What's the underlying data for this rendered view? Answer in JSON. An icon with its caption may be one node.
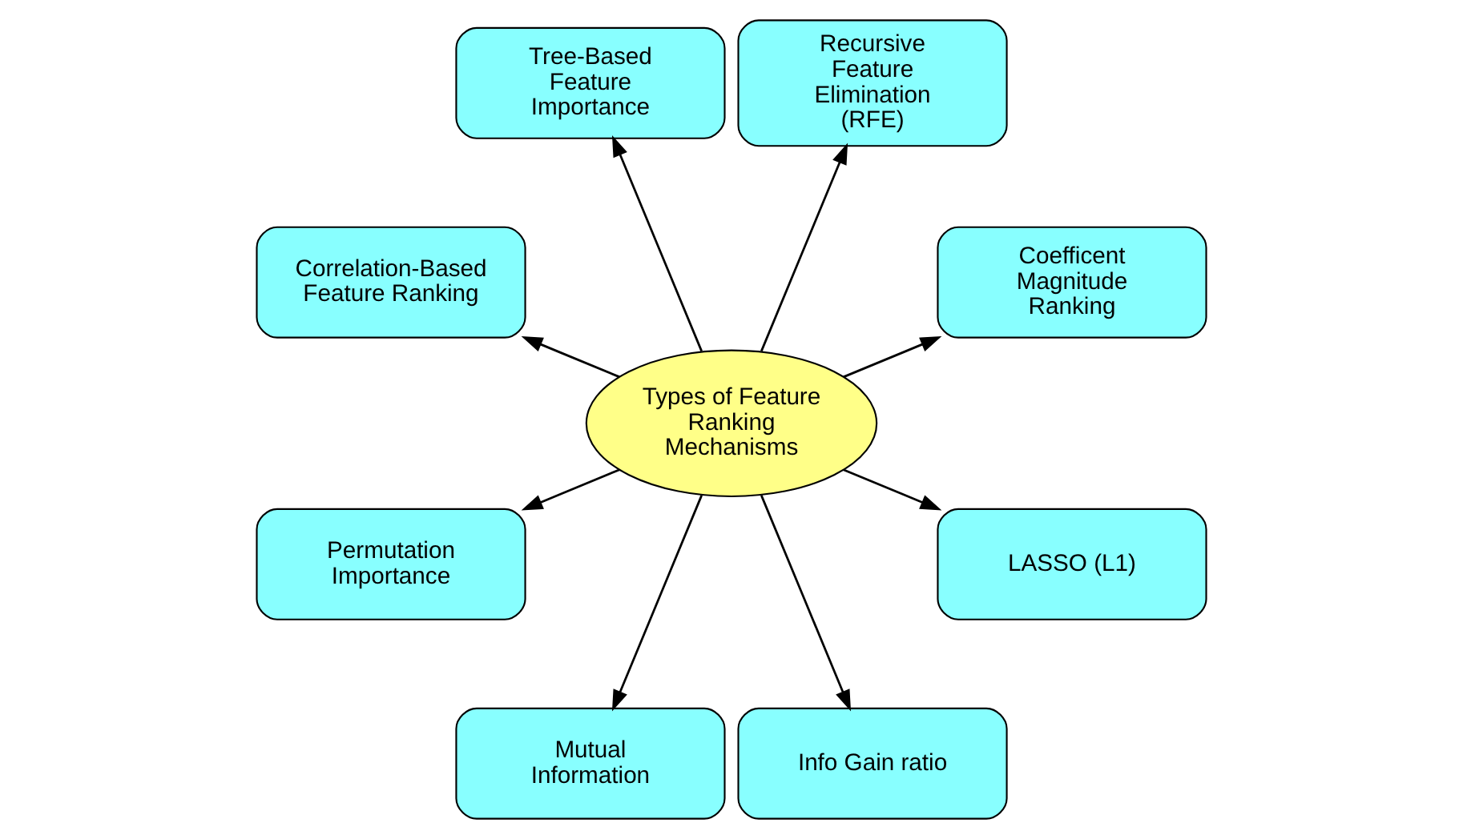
{
  "diagram": {
    "nodes": [
      {
        "text": [
          "Types of Feature Ranking Mechanisms"
        ]
      },
      {
        "text": [
          "Coefficent Magnitude Ranking"
        ]
      },
      {
        "text": [
          "Recursive Feature Elimination (RFE)"
        ]
      },
      {
        "text": [
          "Tree-Based Feature Importance"
        ]
      },
      {
        "text": [
          "Correlation-Based Feature Ranking"
        ]
      },
      {
        "text": [
          "Permutation Importance"
        ]
      },
      {
        "text": [
          "Mutual Information"
        ]
      },
      {
        "text": [
          "Info Gain ratio"
        ]
      },
      {
        "text": [
          "LASSO (L1)"
        ]
      }
    ],
    "edges": [
      {
        "from": 0,
        "to": 1,
        "arrow": "to"
      },
      {
        "from": 0,
        "to": 2,
        "arrow": "to"
      },
      {
        "from": 0,
        "to": 3,
        "arrow": "to"
      },
      {
        "from": 0,
        "to": 4,
        "arrow": "to"
      },
      {
        "from": 0,
        "to": 5,
        "arrow": "to"
      },
      {
        "from": 0,
        "to": 6,
        "arrow": "to"
      },
      {
        "from": 0,
        "to": 7,
        "arrow": "to"
      },
      {
        "from": 0,
        "to": 8,
        "arrow": "to"
      }
    ]
  }
}
